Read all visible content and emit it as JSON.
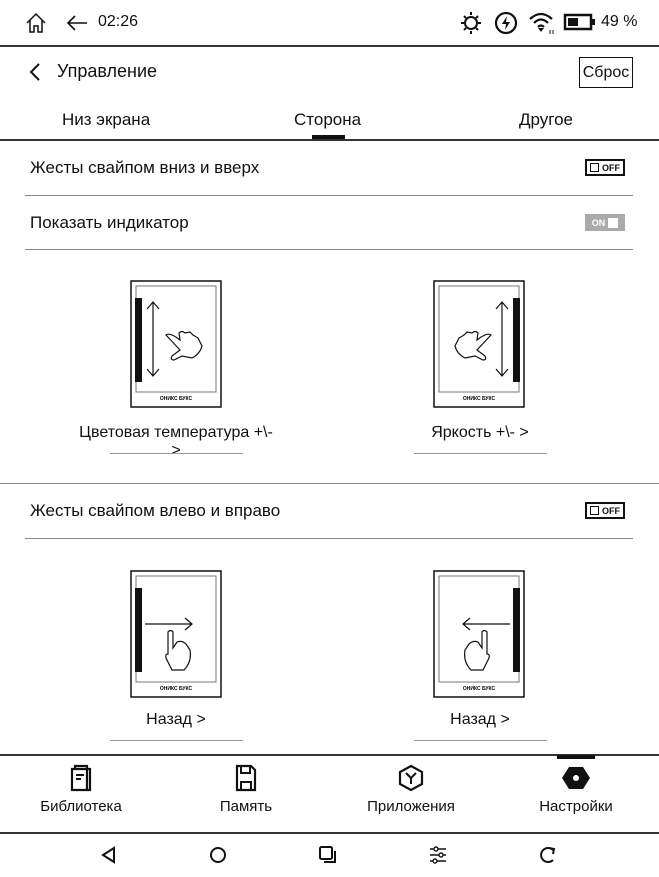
{
  "status_bar": {
    "time": "02:26",
    "battery": "49 %",
    "battery_level": 0.49
  },
  "header": {
    "title": "Управление",
    "reset_label": "Сброс"
  },
  "tabs": [
    {
      "label": "Низ экрана"
    },
    {
      "label": "Сторона",
      "active": true
    },
    {
      "label": "Другое"
    }
  ],
  "settings": {
    "swipe_vertical": {
      "label": "Жесты свайпом вниз и вверх",
      "state": "OFF"
    },
    "show_indicator": {
      "label": "Показать индикатор",
      "state": "ON"
    },
    "left_action_vertical": "Цветовая температура +\\- ",
    "right_action_vertical": "Яркость +\\- ",
    "swipe_horizontal": {
      "label": "Жесты свайпом влево и вправо",
      "state": "OFF"
    },
    "left_action_horizontal": "Назад ",
    "right_action_horizontal": "Назад "
  },
  "device_logo": "ОНИКС БУКС",
  "bottom_nav": [
    {
      "label": "Библиотека",
      "icon": "library-icon"
    },
    {
      "label": "Память",
      "icon": "storage-icon"
    },
    {
      "label": "Приложения",
      "icon": "apps-icon"
    },
    {
      "label": "Настройки",
      "icon": "settings-icon",
      "active": true
    }
  ]
}
